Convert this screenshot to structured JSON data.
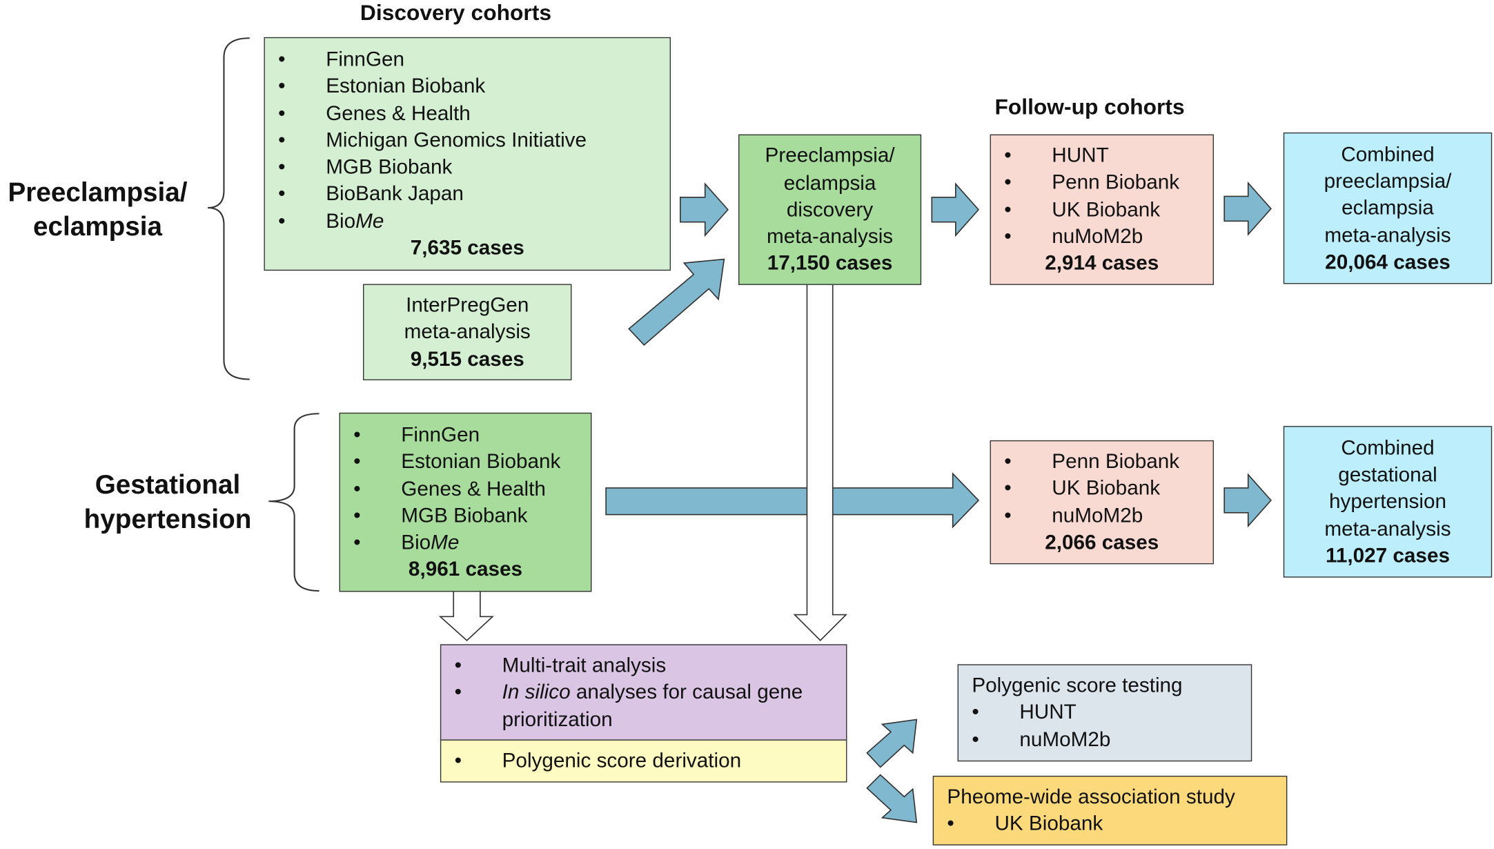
{
  "discovery_title": "Discovery cohorts",
  "followup_title": "Follow-up cohorts",
  "pe_label": [
    "Preeclampsia/",
    "eclampsia"
  ],
  "gh_label": [
    "Gestational",
    "hypertension"
  ],
  "pe_discovery": {
    "items": [
      "FinnGen",
      "Estonian Biobank",
      "Genes & Health",
      "Michigan Genomics Initiative",
      "MGB Biobank",
      "BioBank Japan"
    ],
    "biome": [
      "Bio",
      "Me"
    ],
    "cases": "7,635 cases"
  },
  "interpreggen": {
    "lines": [
      "InterPregGen",
      "meta-analysis"
    ],
    "cases": "9,515 cases"
  },
  "pe_meta": {
    "lines": [
      "Preeclampsia/",
      "eclampsia",
      "discovery",
      "meta-analysis"
    ],
    "cases": "17,150 cases"
  },
  "pe_followup": {
    "items": [
      "HUNT",
      "Penn Biobank",
      "UK Biobank",
      "nuMoM2b"
    ],
    "cases": "2,914 cases"
  },
  "pe_combined": {
    "lines": [
      "Combined",
      "preeclampsia/",
      "eclampsia",
      "meta-analysis"
    ],
    "cases": "20,064 cases"
  },
  "gh_discovery": {
    "items": [
      "FinnGen",
      "Estonian Biobank",
      "Genes & Health",
      "MGB Biobank"
    ],
    "biome": [
      "Bio",
      "Me"
    ],
    "cases": "8,961 cases"
  },
  "gh_followup": {
    "items": [
      "Penn Biobank",
      "UK Biobank",
      "nuMoM2b"
    ],
    "cases": "2,066 cases"
  },
  "gh_combined": {
    "lines": [
      "Combined",
      "gestational",
      "hypertension",
      "meta-analysis"
    ],
    "cases": "11,027 cases"
  },
  "multitrait": {
    "item1": "Multi-trait analysis",
    "item2_italic": "In silico",
    "item2_rest": " analyses for causal gene prioritization"
  },
  "prs_derivation": "Polygenic score derivation",
  "prs_testing": {
    "title": "Polygenic score testing",
    "items": [
      "HUNT",
      "nuMoM2b"
    ]
  },
  "phewas": {
    "title": "Pheome-wide association study",
    "items": [
      "UK Biobank"
    ]
  },
  "colors": {
    "light_green": "#d5efd3",
    "green": "#a8dc9c",
    "pink": "#f9dad3",
    "cyan": "#bdeefc",
    "purple": "#dac5e4",
    "yellow": "#fdfbc1",
    "grayblue": "#dce5ec",
    "orange": "#fcd97b",
    "arrow": "#80b9cf"
  }
}
